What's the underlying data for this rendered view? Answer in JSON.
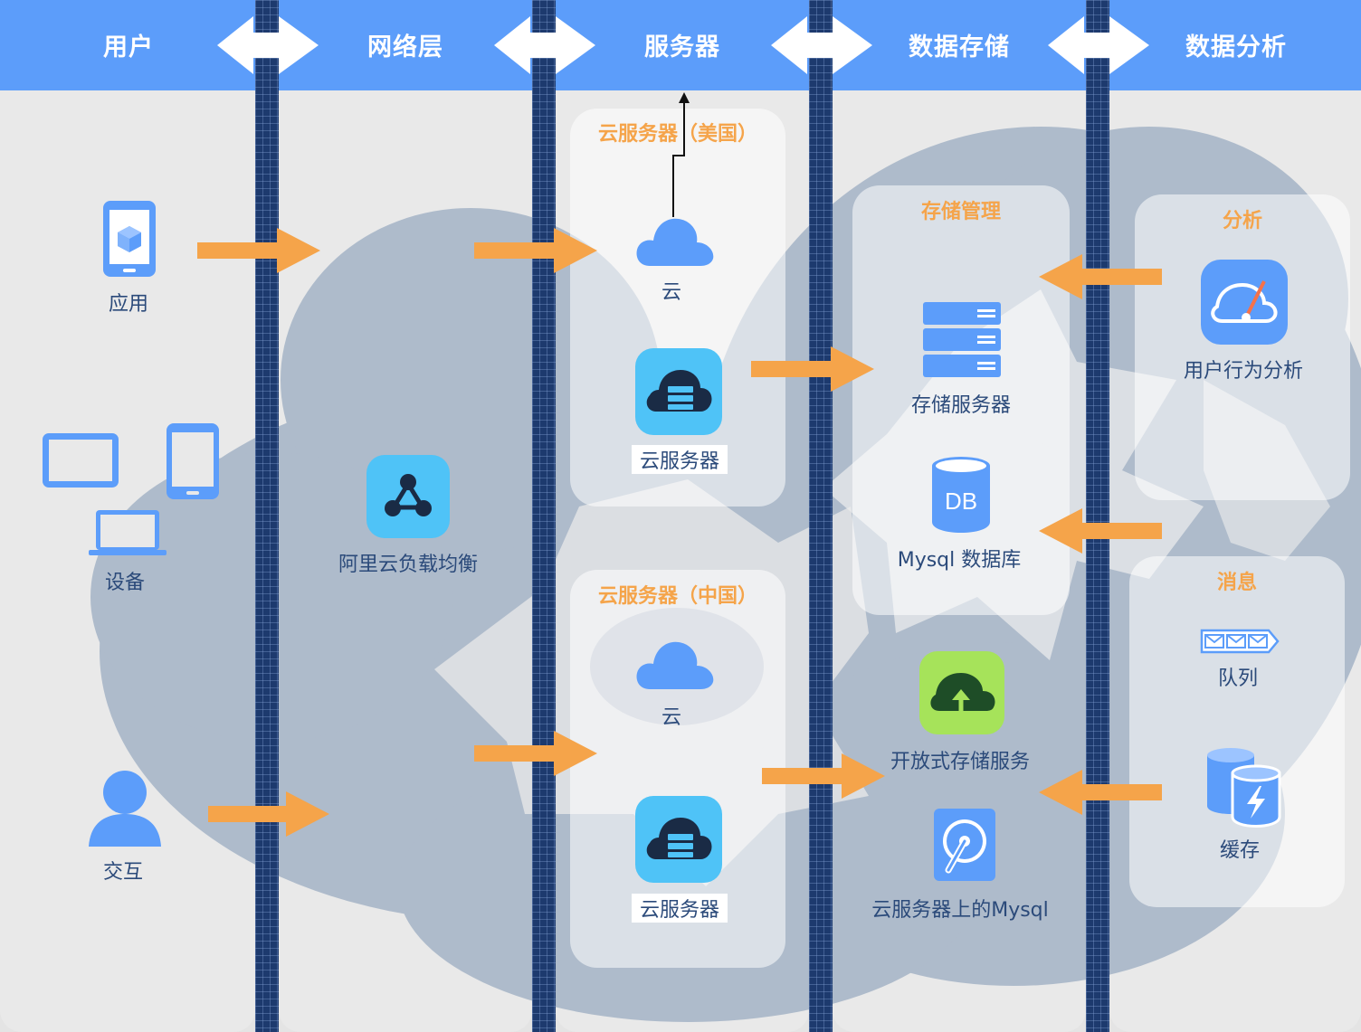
{
  "header": {
    "columns": [
      "用户",
      "网络层",
      "服务器",
      "数据存储",
      "数据分析"
    ]
  },
  "user_column": {
    "app": "应用",
    "devices": "设备",
    "interaction": "交互"
  },
  "network_column": {
    "load_balancer": "阿里云负载均衡"
  },
  "server_column": {
    "us_panel": {
      "title": "云服务器（美国）",
      "cloud": "云",
      "server": "云服务器"
    },
    "cn_panel": {
      "title": "云服务器（中国）",
      "cloud": "云",
      "server": "云服务器"
    }
  },
  "storage_column": {
    "panel_title": "存储管理",
    "storage_server": "存储服务器",
    "mysql_db": "Mysql 数据库",
    "oss": "开放式存储服务",
    "mysql_on_server": "云服务器上的Mysql",
    "db_icon_text": "DB"
  },
  "analysis_column": {
    "analysis_panel": {
      "title": "分析",
      "behavior": "用户行为分析"
    },
    "message_panel": {
      "title": "消息",
      "queue": "队列",
      "cache": "缓存"
    }
  },
  "colors": {
    "header": "#5c9dfa",
    "divider": "#1d3a6e",
    "arrow": "#f5a44a",
    "icon_blue": "#5c9dfa",
    "icon_tile": "#4fc3f7",
    "oss_tile": "#a6e35a",
    "label": "#2b4a7a",
    "panel_title": "#f5a44a"
  },
  "icons": [
    "mobile-app-icon",
    "monitor-icon",
    "tablet-icon",
    "laptop-icon",
    "user-icon",
    "load-balancer-icon",
    "cloud-icon",
    "cloud-server-icon",
    "storage-server-icon",
    "database-icon",
    "oss-icon",
    "hard-disk-icon",
    "behavior-analysis-icon",
    "queue-icon",
    "cache-icon"
  ]
}
